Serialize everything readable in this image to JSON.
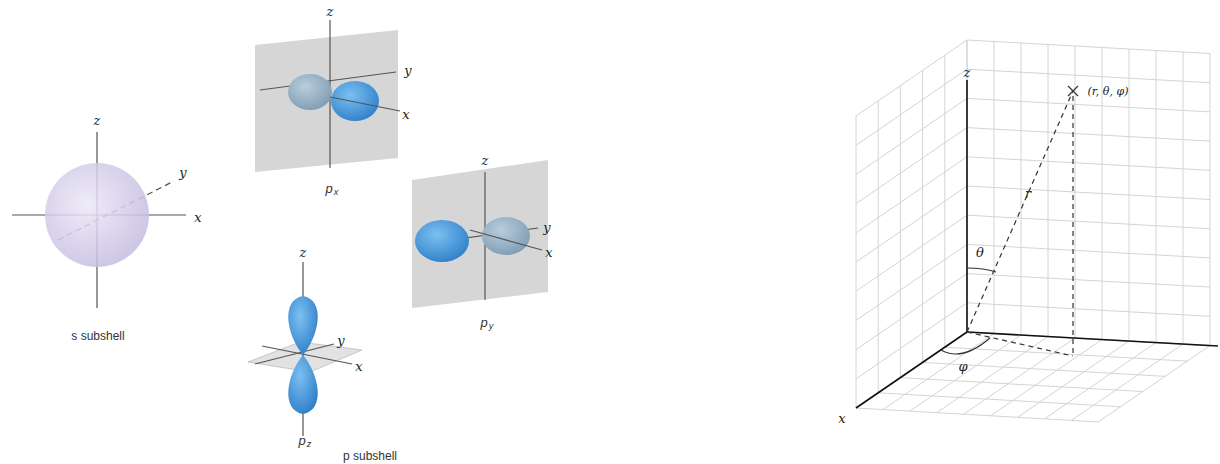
{
  "diagram": {
    "labels": [
      "z",
      "y",
      "x",
      "s subshell",
      "z",
      "y",
      "x",
      "p",
      "x",
      "z",
      "y",
      "x",
      "p",
      "y",
      "z",
      "y",
      "x",
      "p",
      "z",
      "p subshell",
      "z",
      "r",
      "θ",
      "φ",
      "(r, θ, φ)",
      "x"
    ]
  }
}
